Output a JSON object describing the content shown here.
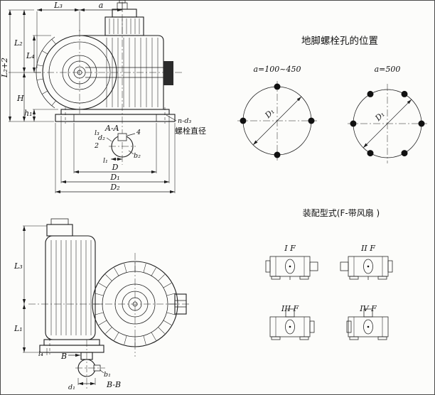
{
  "drawing": {
    "background": "#fcfcfa",
    "line_color": "#1c1c1c"
  },
  "front_view": {
    "top_dims": {
      "L3": "L₃",
      "a": "a"
    },
    "left_dims": {
      "L2_plus_2": "L₂+2",
      "L2": "L₂",
      "L4": "L₄",
      "H": "H",
      "h1": "h₁"
    },
    "bottom_dims": {
      "D": "D",
      "D1": "D₁",
      "D2": "D₂"
    },
    "section_label": "A-A",
    "bolt_note": {
      "line1": "n-d₃",
      "line2": "螺栓直径"
    },
    "shaft_detail": {
      "d2": "d₂",
      "k4": "4",
      "b2": "b₂",
      "l1": "l₁",
      "n2": "2",
      "l3": "l₃"
    }
  },
  "side_view": {
    "left_dims": {
      "L3": "L₃",
      "L1": "L₁"
    },
    "bottom_dims": {
      "l4": "l₄",
      "B": "B",
      "d1": "d₁",
      "b1": "b₁"
    },
    "section_label": "B-B"
  },
  "bolt_layout": {
    "title": "地脚螺栓孔的位置",
    "patterns": [
      {
        "label": "a=100~450",
        "diameter": "D₁",
        "bolts": 4
      },
      {
        "label": "a=500",
        "diameter": "D₁",
        "bolts": 6
      }
    ]
  },
  "assembly": {
    "title": "装配型式(F-带风扇 )",
    "types": [
      {
        "label": "I F"
      },
      {
        "label": "II F"
      },
      {
        "label": "III F"
      },
      {
        "label": "IV F"
      }
    ]
  }
}
